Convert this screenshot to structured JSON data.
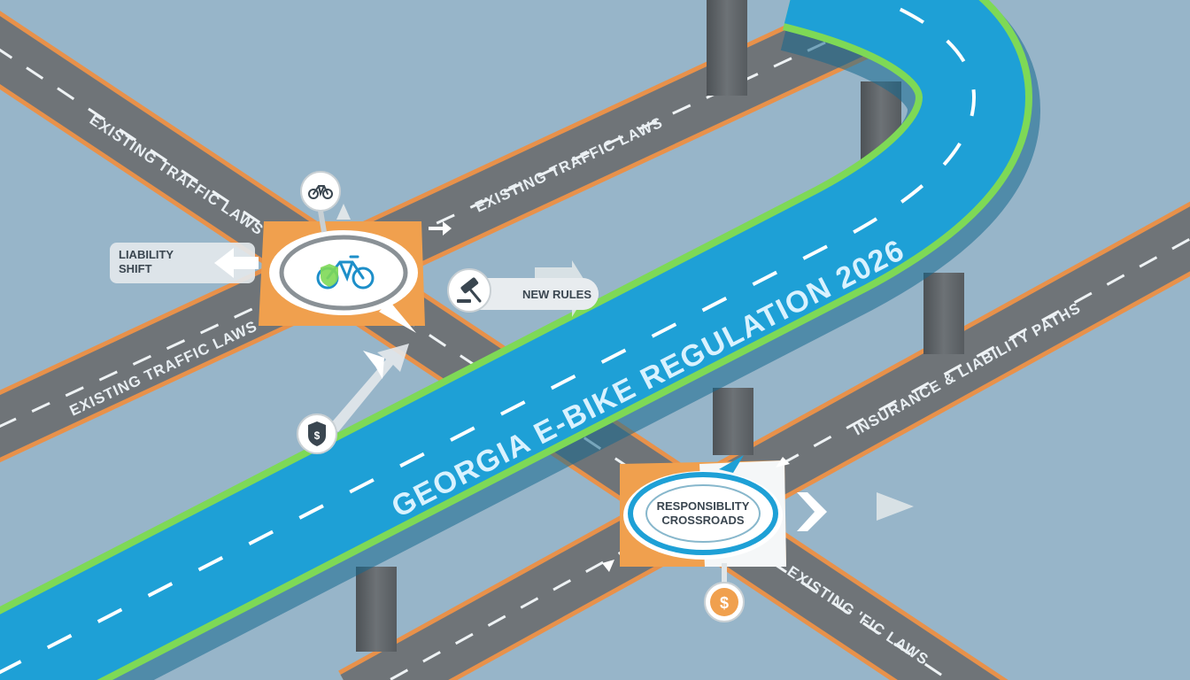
{
  "main_road": {
    "label": "GEORGIA E-BIKE REGULATION 2026"
  },
  "roads": {
    "existing_traffic_laws_1": "EXISTING TRAFFIC LAWS",
    "existing_traffic_laws_2": "EXISTING TRAFFIC LAWS",
    "existing_traffic_laws_3": "EXISTING TRAFFIC LAWS",
    "existing_traffic_laws_4": "EXISTING 'FIC LAWS",
    "insurance_liability": "INSURANCE & LIABILITY PATHS"
  },
  "callouts": {
    "liability_shift": [
      "LIABILITY",
      "SHIFT"
    ],
    "new_rules": "NEW RULES",
    "responsibility": [
      "RESPONSIBLITY",
      "CROSSROADS"
    ]
  },
  "icons": {
    "bicycle_top": "bicycle-icon",
    "bicycle_shield": "bicycle-shield-icon",
    "gavel": "gavel-icon",
    "shield_dollar": "shield-dollar-icon",
    "coin": "dollar-coin-icon"
  },
  "colors": {
    "background": "#97b5c9",
    "road_gray": "#6f7478",
    "road_edge": "#e8914a",
    "main_road": "#1ea0d6",
    "main_road_edge": "#7ed956",
    "pillar": "#5f6468",
    "callout_orange": "#f0a04e"
  }
}
